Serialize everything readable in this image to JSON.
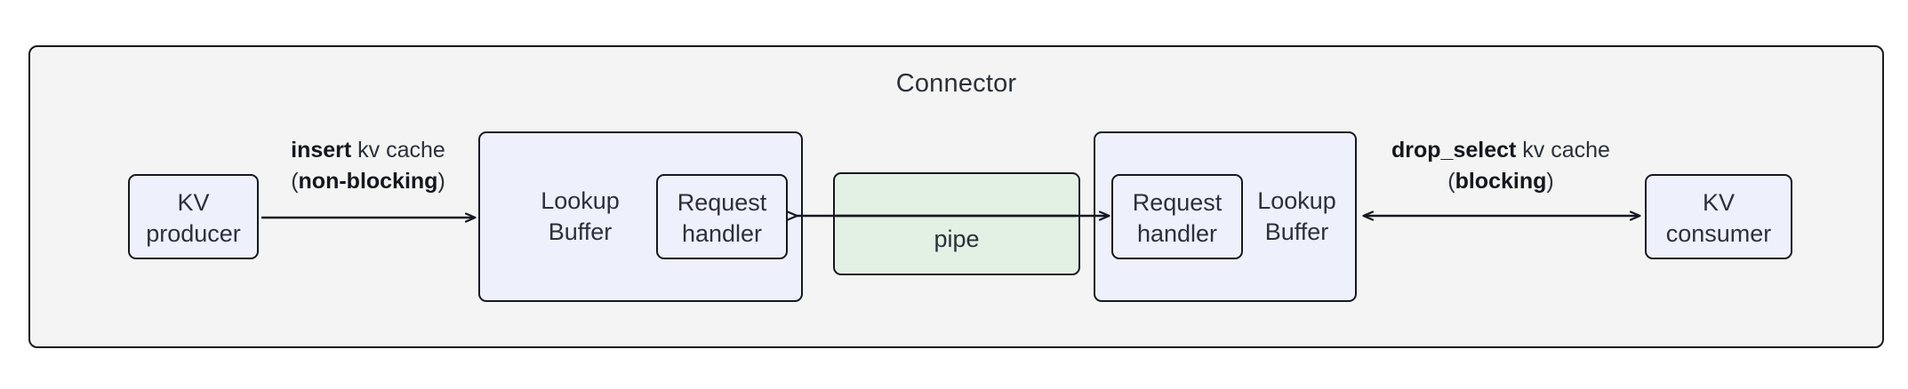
{
  "container": {
    "title": "Connector",
    "background_color": "#f4f4f4",
    "border_color": "#1a1a1a"
  },
  "colors": {
    "node_fill": "#eef1fc",
    "pipe_fill": "#e3f0e4",
    "stroke": "#15181f",
    "text": "#2b3039",
    "page_background": "#ffffff"
  },
  "nodes": {
    "kv_producer": {
      "label": "KV\nproducer"
    },
    "kv_consumer": {
      "label": "KV\nconsumer"
    },
    "lookup_buffer_left": {
      "label": "Lookup\nBuffer"
    },
    "lookup_buffer_right": {
      "label": "Lookup\nBuffer"
    },
    "request_handler_left": {
      "label": "Request\nhandler"
    },
    "request_handler_right": {
      "label": "Request\nhandler"
    },
    "pipe": {
      "label": "pipe"
    }
  },
  "edges": {
    "insert": {
      "line1_bold": "insert",
      "line1_rest": " kv cache",
      "line2_prefix": "(",
      "line2_bold": "non-blocking",
      "line2_suffix": ")",
      "direction": "producer-to-buffer"
    },
    "drop_select": {
      "line1_bold": "drop_select",
      "line1_rest": " kv cache",
      "line2_prefix": "(",
      "line2_bold": "blocking",
      "line2_suffix": ")",
      "direction": "bidirectional"
    },
    "pipe_left": {
      "direction": "right-to-left"
    },
    "pipe_right": {
      "direction": "left-to-right"
    }
  }
}
